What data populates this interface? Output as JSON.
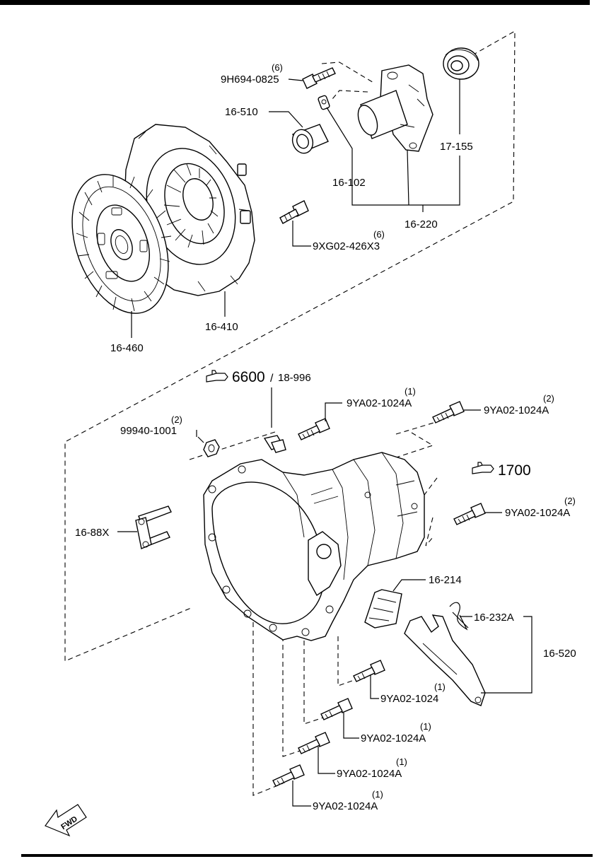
{
  "callouts": {
    "bolt_9h694": {
      "qty": "(6)",
      "part": "9H694-0825"
    },
    "bearing_16510": {
      "part": "16-510"
    },
    "bearing_17155": {
      "part": "17-155"
    },
    "clip_16102": {
      "part": "16-102"
    },
    "sleeve_group_16220": {
      "part": "16-220"
    },
    "bolt_9xg02": {
      "qty": "(6)",
      "part": "9XG02-426X3"
    },
    "cover_16410": {
      "part": "16-410"
    },
    "disc_16460": {
      "part": "16-460"
    },
    "ref_6600": {
      "number": "6600",
      "sep": "/",
      "part": "18-996"
    },
    "bolt_top_center": {
      "qty": "(1)",
      "part": "9YA02-1024A"
    },
    "bolt_top_right": {
      "qty": "(2)",
      "part": "9YA02-1024A"
    },
    "nut_99940": {
      "qty": "(2)",
      "part": "99940-1001"
    },
    "ref_1700": {
      "number": "1700"
    },
    "bolt_right_mid": {
      "qty": "(2)",
      "part": "9YA02-1024A"
    },
    "stud_1688x": {
      "part": "16-88X"
    },
    "boot_16214": {
      "part": "16-214"
    },
    "spring_16232a": {
      "part": "16-232A"
    },
    "fork_group_16520": {
      "part": "16-520"
    },
    "bolt_lower_1": {
      "qty": "(1)",
      "part": "9YA02-1024"
    },
    "bolt_lower_2": {
      "qty": "(1)",
      "part": "9YA02-1024A"
    },
    "bolt_lower_3": {
      "qty": "(1)",
      "part": "9YA02-1024A"
    },
    "bolt_lower_4": {
      "qty": "(1)",
      "part": "9YA02-1024A"
    }
  },
  "fwd_marker": {
    "label": "FWD"
  },
  "icons": {
    "reference": "pointing-hand-icon",
    "direction": "fwd-arrow-icon"
  }
}
